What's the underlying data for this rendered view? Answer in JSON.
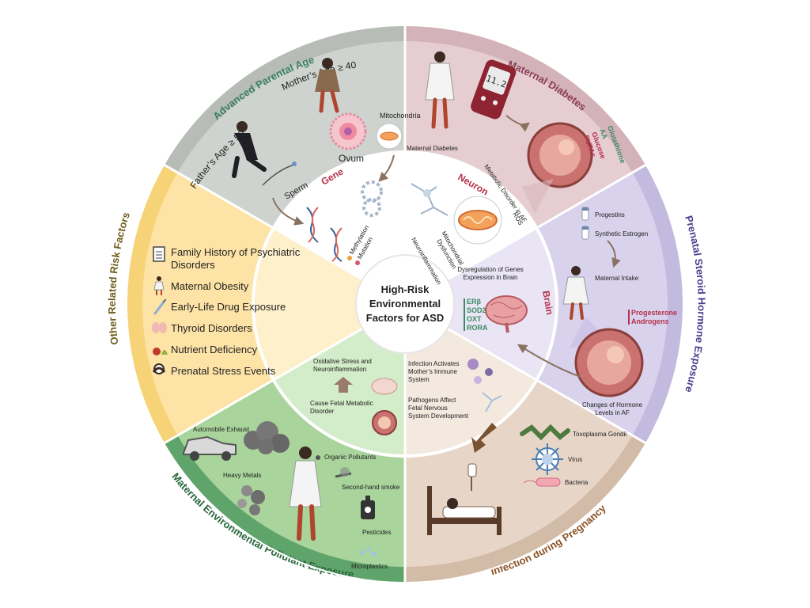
{
  "center": {
    "title_lines": [
      "High-Risk",
      "Environmental",
      "Factors for ASD"
    ]
  },
  "ring_titles": {
    "advanced_parental_age": "Advanced Parental Age",
    "maternal_diabetes": "Maternal Diabetes",
    "prenatal_steroid": "Prenatal Steroid Hormone Exposure",
    "infection": "Infection during Pregnancy",
    "pollutant": "Maternal Environmental Pollutant Exposure",
    "other": "Other Related Risk Factors"
  },
  "parental_age": {
    "father_age": "Father’s Age ≥ 50",
    "mother_age": "Mother’s Age ≥ 40",
    "mitochondria": "Mitochondria",
    "ovum": "Ovum",
    "sperm": "Sperm"
  },
  "diabetes": {
    "meter_reading": "11.2",
    "maternal_diabetes": "Maternal Diabetes",
    "metabolic_disorder": "Metabolic Disorder in AF",
    "markers": [
      "Glutathione",
      "AA",
      "Glucose",
      "PUFAs"
    ]
  },
  "steroid": {
    "progestins": "Progestins",
    "synthetic_estrogen": "Synthetic Estrogen",
    "maternal_intake": "Maternal Intake",
    "hormones": [
      "Progesterone",
      "Androgens"
    ],
    "changes": [
      "Changes of Hormone",
      "Levels in AF"
    ]
  },
  "infection": {
    "toxoplasma": "Toxoplasma Gondii",
    "virus": "Virus",
    "bacteria": "Bacteria"
  },
  "pollutant": {
    "auto_exhaust": "Automobile Exhaust",
    "organic": "Organic Pollutants",
    "heavy_metals": "Heavy Metals",
    "smoke": "Second-hand smoke",
    "pesticides": "Pesticides",
    "microplastics": "Microplastics"
  },
  "other": {
    "items": [
      {
        "icon": "clipboard-icon",
        "label_lines": [
          "Family History of Psychiatric",
          "Disorders"
        ]
      },
      {
        "icon": "pregnant-woman-icon",
        "label_lines": [
          "Maternal Obesity"
        ]
      },
      {
        "icon": "syringe-icon",
        "label_lines": [
          "Early-Life Drug Exposure"
        ]
      },
      {
        "icon": "thyroid-icon",
        "label_lines": [
          "Thyroid Disorders"
        ]
      },
      {
        "icon": "fruit-icon",
        "label_lines": [
          "Nutrient Deficiency"
        ]
      },
      {
        "icon": "stressed-woman-icon",
        "label_lines": [
          "Prenatal Stress Events"
        ]
      }
    ]
  },
  "inner": {
    "gene": {
      "title": "Gene",
      "methylation": "Methylation",
      "mutation": "Mutation"
    },
    "neuron": {
      "title": "Neuron",
      "ros": "ROS",
      "mito_dys": [
        "Mitochondrial",
        "Dysfunction"
      ],
      "neuroinflammation": "Neuroinflammation"
    },
    "brain": {
      "title": "Brain",
      "dysregulation": [
        "Dysregulation of Genes",
        "Expression in Brain"
      ],
      "genes": [
        "ERβ",
        "SOD2",
        "OXT",
        "RORA"
      ]
    },
    "infection_inner": {
      "activates": [
        "Infection Activates",
        "Mother’s Immune",
        "System"
      ],
      "pathogens": [
        "Pathogens Affect",
        "Fetal Nervous",
        "System Development"
      ]
    },
    "metabolic": {
      "oxidative": [
        "Oxidative Stress and",
        "Neuroinflammation"
      ],
      "cause": [
        "Cause Fetal Metabolic",
        "Disorder"
      ]
    }
  },
  "colors": {
    "age_outer": "#cfd3cf",
    "age_mid": "#e3e6e2",
    "diab_outer": "#e5cdd1",
    "diab_mid": "#f1e0e3",
    "ster_outer": "#d8d2ec",
    "ster_mid": "#e9e5f5",
    "inf_outer": "#e7d6c8",
    "inf_mid": "#f3e9df",
    "poll_outer": "#a9d49b",
    "poll_mid": "#d3ecc9",
    "other_outer": "#fde3a6",
    "other_mid": "#fff0cc",
    "age_title": "#3a7f5f",
    "diab_title": "#8c3c55",
    "ster_title": "#4b3c8e",
    "inf_title": "#8a5222",
    "poll_title": "#27663a",
    "other_title": "#6e5d1a",
    "gene_red": "#b5304a",
    "neuron_red": "#b5304a",
    "brain_red": "#b5304a",
    "accent_green": "#3b8a63"
  }
}
